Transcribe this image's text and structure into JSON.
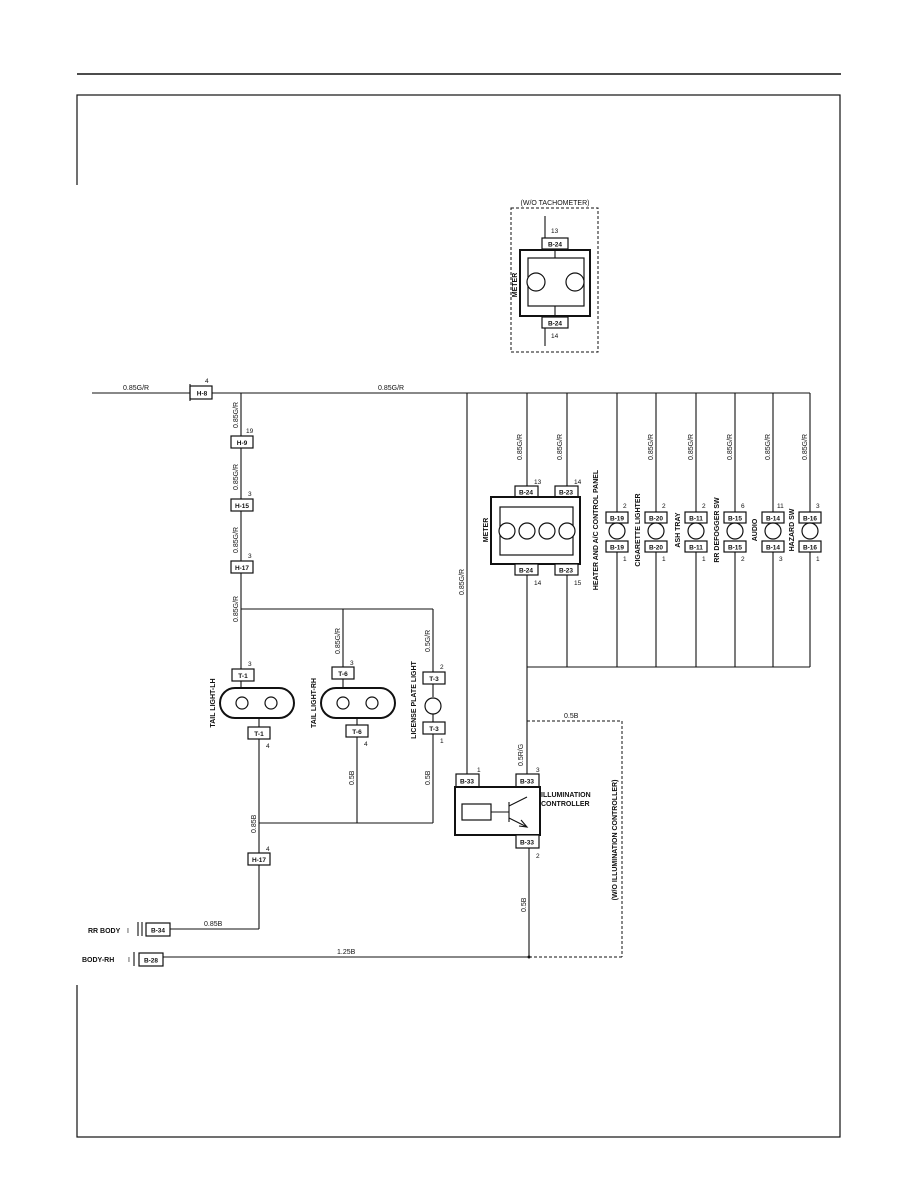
{
  "wires": {
    "main": "0.85G/R",
    "b_plus": "0.85G/R",
    "lp": "0.5G/R",
    "g085": "0.85B",
    "g05": "0.5B",
    "g125": "1.25B",
    "ctrl_out": "0.5R/G"
  },
  "connectors": {
    "h8": "H-8",
    "h9": "H-9",
    "h15": "H-15",
    "h17": "H-17",
    "t1": "T-1",
    "t6": "T-6",
    "t3": "T-3",
    "b24": "B-24",
    "b23": "B-23",
    "b19": "B-19",
    "b20": "B-20",
    "b11": "B-11",
    "b15": "B-15",
    "b14": "B-14",
    "b16": "B-16",
    "b33": "B-33",
    "b34": "B-34",
    "b28": "B-28"
  },
  "devices": {
    "wo_tach": "(W/O TACHOMETER)",
    "meter": "METER",
    "heater": "HEATER AND A/C CONTROL PANEL",
    "cig": "CIGARETTE LIGHTER",
    "ash": "ASH TRAY",
    "rr_defog": "RR DEFOGGER SW",
    "audio": "AUDIO",
    "hazard": "HAZARD SW",
    "tail_lh": "TAIL LIGHT-LH",
    "tail_rh": "TAIL LIGHT-RH",
    "license": "LICENSE PLATE LIGHT",
    "illum1": "ILLUMINATION",
    "illum2": "CONTROLLER",
    "wo_illum": "(W/O ILLUMINATION CONTROLLER)",
    "rr_body": "RR BODY",
    "body_rh": "BODY-RH"
  },
  "pins": {
    "p1": "1",
    "p2": "2",
    "p3": "3",
    "p4": "4",
    "p6": "6",
    "p11": "11",
    "p13": "13",
    "p14": "14",
    "p15": "15",
    "p19": "19"
  }
}
